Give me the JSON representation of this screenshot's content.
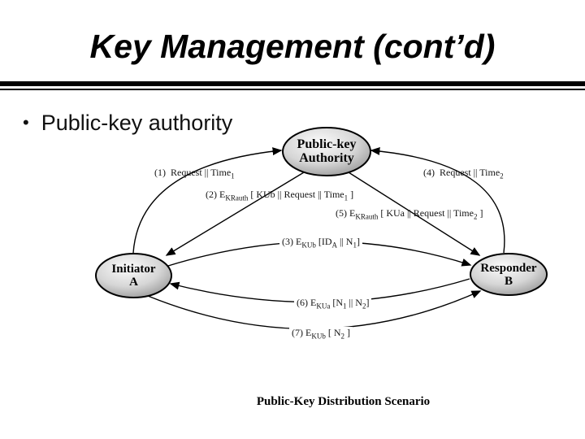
{
  "slide": {
    "title": "Key Management (cont’d)",
    "bullet_marker": "•",
    "bullet_text": "Public-key authority"
  },
  "diagram": {
    "caption": "Public-Key Distribution Scenario",
    "nodes": {
      "authority": {
        "line1": "Public-key",
        "line2": "Authority"
      },
      "initiator": {
        "line1": "Initiator",
        "line2": "A"
      },
      "responder": {
        "line1": "Responder",
        "line2": "B"
      }
    },
    "messages": [
      {
        "label": "(1)  Request || Time_{1}"
      },
      {
        "label": "(2) E_{KRauth} [ KUb || Request || Time_{1} ]"
      },
      {
        "label": "(3) E_{KUb} [ID_{A} || N_{1}]"
      },
      {
        "label": "(4)  Request || Time_{2}"
      },
      {
        "label": "(5) E_{KRauth} [ KUa || Request || Time_{2} ]"
      },
      {
        "label": "(6) E_{KUa} [N_{1} || N_{2}]"
      },
      {
        "label": "(7) E_{KUb} [ N_{2} ]"
      }
    ],
    "colors": {
      "node_fill_light": "#fbfbfb",
      "node_fill_mid": "#d6d6d6",
      "node_fill_dark": "#929292",
      "stroke": "#000000"
    }
  }
}
